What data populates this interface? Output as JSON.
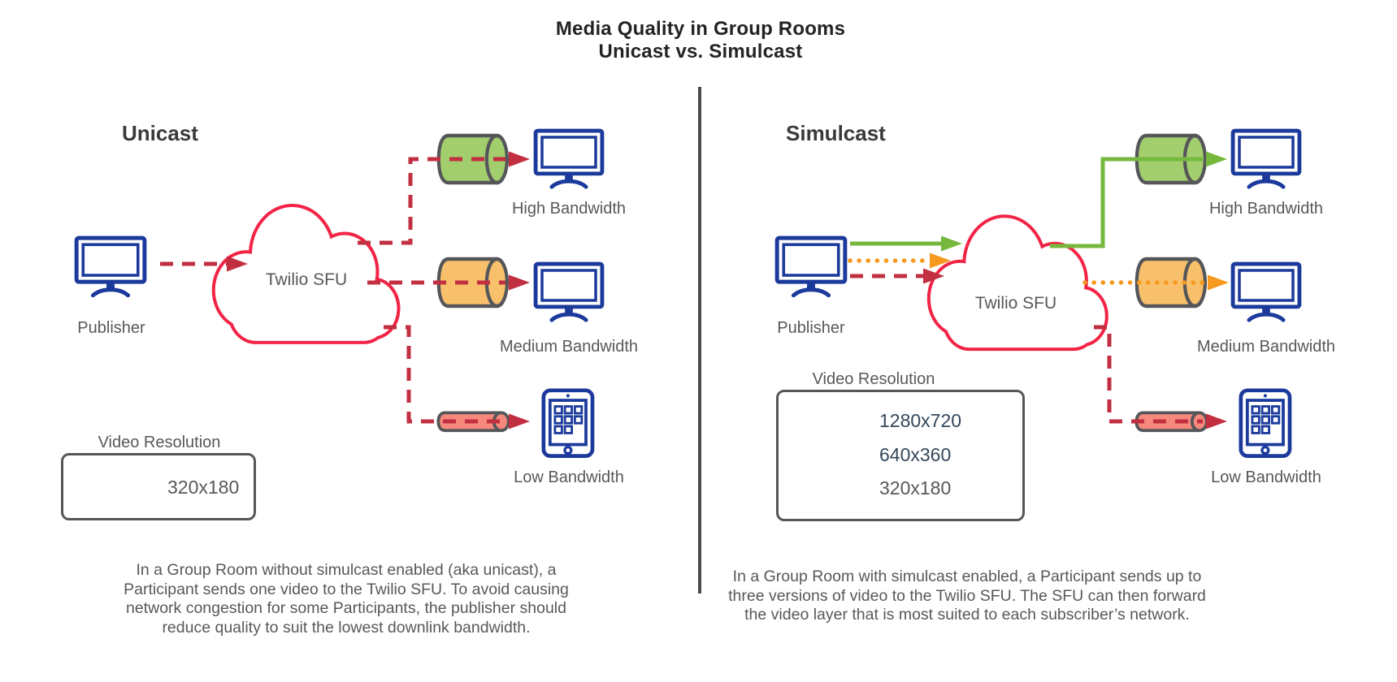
{
  "title": {
    "line1": "Media Quality in Group Rooms",
    "line2": "Unicast vs. Simulcast"
  },
  "colors": {
    "dashed_red": "#c22f41",
    "cloud_red": "#f22446",
    "solid_green": "#76b83e",
    "dotted_orange": "#f5991f",
    "device_navy": "#1b3a9b",
    "text_grey": "#58585a",
    "legend_value_navy": "#33475b",
    "cylinder_green_fill": "#a2ce6e",
    "cylinder_orange_fill": "#f9c06c",
    "pipe_salmon_fill": "#f6897b"
  },
  "icons": {
    "publisher": "monitor-icon",
    "sfu": "cloud-icon",
    "high_receiver": "monitor-icon",
    "medium_receiver": "monitor-icon",
    "low_receiver": "tablet-icon",
    "bandwidth_pipe": "cylinder-icon"
  },
  "left": {
    "heading": "Unicast",
    "publisher_label": "Publisher",
    "cloud_label": "Twilio SFU",
    "receivers": [
      "High Bandwidth",
      "Medium Bandwidth",
      "Low Bandwidth"
    ],
    "legend": {
      "title": "Video Resolution",
      "items": [
        {
          "label": "320x180",
          "style": "dashed",
          "color": "#c22f41"
        }
      ]
    },
    "caption": [
      "In a Group Room without simulcast enabled (aka unicast), a",
      "Participant sends one video to the Twilio SFU. To avoid causing",
      "network congestion for some Participants, the publisher should",
      "reduce quality to suit the lowest downlink bandwidth."
    ]
  },
  "right": {
    "heading": "Simulcast",
    "publisher_label": "Publisher",
    "cloud_label": "Twilio SFU",
    "receivers": [
      "High Bandwidth",
      "Medium Bandwidth",
      "Low Bandwidth"
    ],
    "legend": {
      "title": "Video Resolution",
      "items": [
        {
          "label": "1280x720",
          "style": "solid",
          "color": "#76b83e"
        },
        {
          "label": "640x360",
          "style": "dotted",
          "color": "#f5991f"
        },
        {
          "label": "320x180",
          "style": "dashed",
          "color": "#c22f41"
        }
      ]
    },
    "caption": [
      "In a Group Room with simulcast enabled, a Participant sends up to",
      "three versions of video to the Twilio SFU. The SFU can then forward",
      "the video layer that is most suited to each subscriber’s network."
    ]
  }
}
